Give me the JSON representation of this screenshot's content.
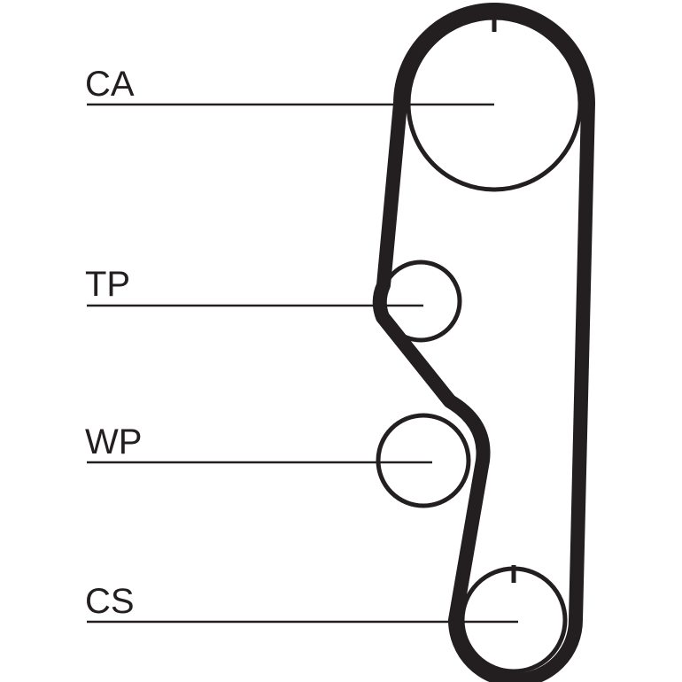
{
  "labels": {
    "camshaft": "CA",
    "tensioner": "TP",
    "water_pump": "WP",
    "crankshaft": "CS"
  },
  "colors": {
    "line": "#231f20",
    "background": "#ffffff"
  }
}
